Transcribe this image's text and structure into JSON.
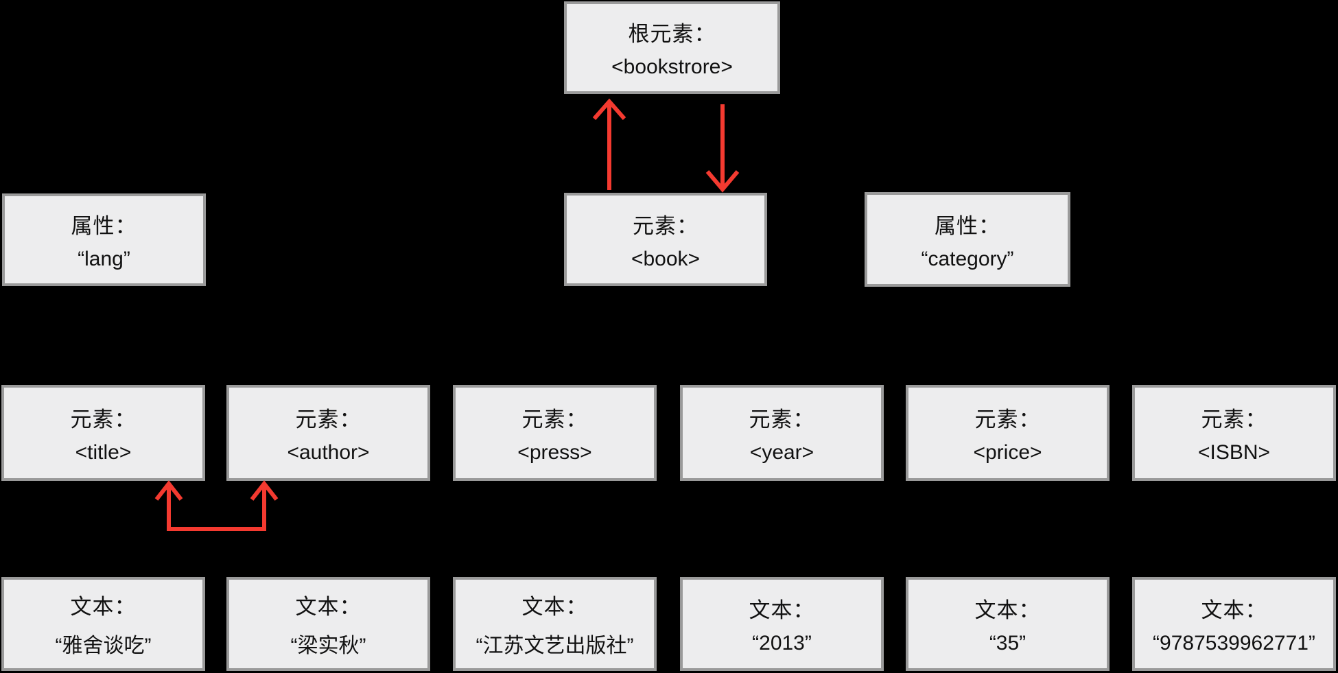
{
  "colors": {
    "background": "#000000",
    "box_fill": "#ededee",
    "box_border": "#9a9a9a",
    "text": "#111111",
    "arrow": "#f43a30"
  },
  "nodes": {
    "root": {
      "label": "根元素：",
      "value": "<bookstrore>"
    },
    "attr_lang": {
      "label": "属性：",
      "value": "“lang”"
    },
    "book": {
      "label": "元素：",
      "value": "<book>"
    },
    "attr_category": {
      "label": "属性：",
      "value": "“category”"
    },
    "elements": [
      {
        "label": "元素：",
        "value": "<title>"
      },
      {
        "label": "元素：",
        "value": "<author>"
      },
      {
        "label": "元素：",
        "value": "<press>"
      },
      {
        "label": "元素：",
        "value": "<year>"
      },
      {
        "label": "元素：",
        "value": "<price>"
      },
      {
        "label": "元素：",
        "value": "<ISBN>"
      }
    ],
    "texts": [
      {
        "label": "文本：",
        "value": "“雅舍谈吃”"
      },
      {
        "label": "文本：",
        "value": "“梁实秋”"
      },
      {
        "label": "文本：",
        "value": "“江苏文艺出版社”"
      },
      {
        "label": "文本：",
        "value": "“2013”"
      },
      {
        "label": "文本：",
        "value": "“35”"
      },
      {
        "label": "文本：",
        "value": "“9787539962771”"
      }
    ]
  }
}
